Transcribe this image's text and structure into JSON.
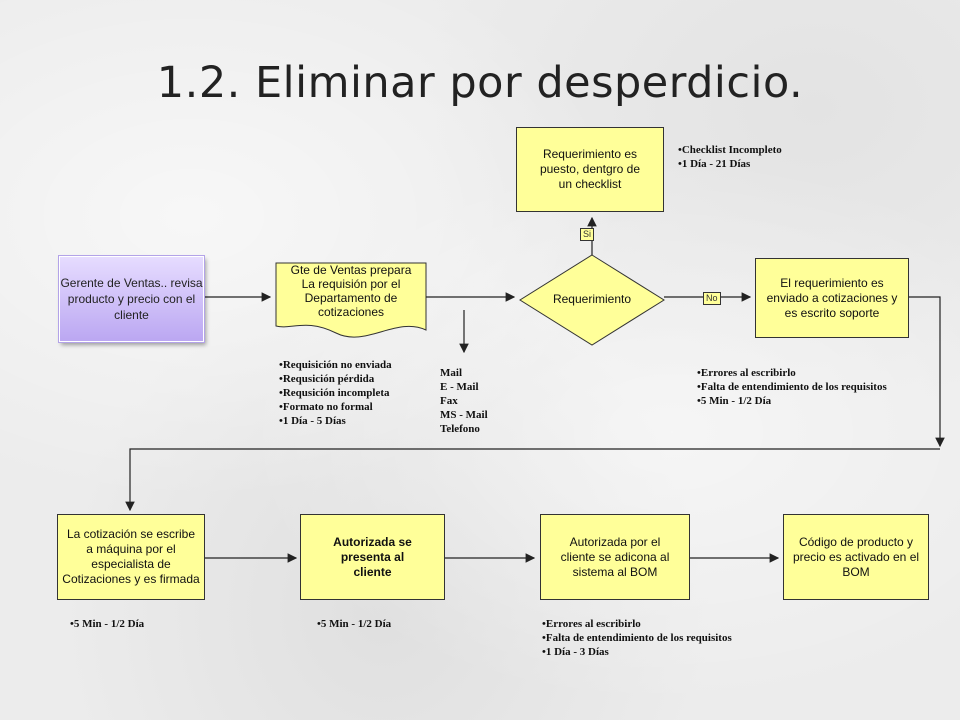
{
  "title": "1.2. Eliminar por desperdicio.",
  "nodes": {
    "gerente": "Gerente de Ventas.. revisa producto y precio con el cliente",
    "gte_line1": "Gte de Ventas prepara",
    "gte_line2": "La requisión por el Departamento de cotizaciones",
    "decision": "Requerimiento",
    "checklist_box": "Requerimiento es puesto, dentgro de un checklist",
    "cotizaciones_box": "El requerimiento es enviado a cotizaciones y es escrito soporte",
    "cotizacion_maquina": "La cotización se escribe a máquina por el especialista de Cotizaciones y es firmada",
    "autorizada_presenta": "Autorizada se presenta al cliente",
    "autorizada_bom": "Autorizada por el cliente se adicona al sistema al BOM",
    "codigo_producto": "Código de producto y precio es activado en el BOM"
  },
  "labels": {
    "si": "Si",
    "no": "No"
  },
  "notes": {
    "checklist": [
      "Checklist Incompleto",
      "1 Día - 21 Días"
    ],
    "requisicion": [
      "Requisición no enviada",
      "Requsición pérdida",
      "Requsición incompleta",
      "Formato no formal",
      "1 Día - 5 Días"
    ],
    "medios": [
      "Mail",
      "E - Mail",
      "Fax",
      "MS - Mail",
      "Telefono"
    ],
    "errores1": [
      "Errores al escribirlo",
      "Falta de entendimiento de los requisitos",
      "5 Min - 1/2 Día"
    ],
    "tiempo1": [
      "5 Min - 1/2 Día"
    ],
    "tiempo2": [
      "5 Min - 1/2 Día"
    ],
    "errores2": [
      "Errores al escribirlo",
      "Falta de entendimiento  de los requisitos",
      "1 Día - 3 Días"
    ]
  },
  "colors": {
    "box_fill": "#ffff99",
    "purple_fill": "#c8b8f5",
    "line": "#333333"
  }
}
